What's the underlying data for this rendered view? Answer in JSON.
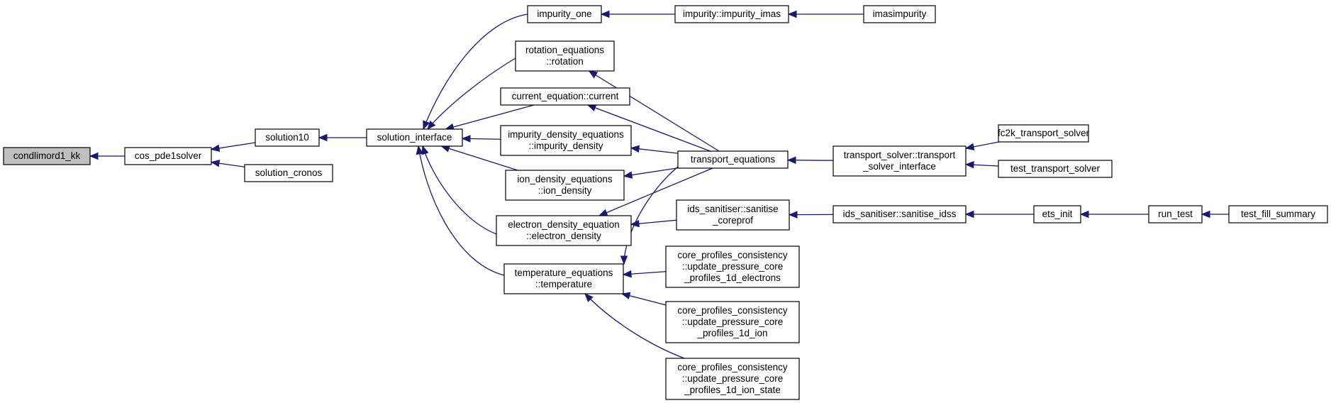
{
  "colors": {
    "edge": "#191970",
    "root_fill": "#bfbfbf",
    "node_fill": "#ffffff",
    "border": "#000000"
  },
  "nodes": [
    {
      "id": "condlimord1_kk",
      "lines": [
        "condlimord1_kk"
      ],
      "root": true
    },
    {
      "id": "cos_pde1solver",
      "lines": [
        "cos_pde1solver"
      ]
    },
    {
      "id": "solution10",
      "lines": [
        "solution10"
      ]
    },
    {
      "id": "solution_cronos",
      "lines": [
        "solution_cronos"
      ]
    },
    {
      "id": "solution_interface",
      "lines": [
        "solution_interface"
      ]
    },
    {
      "id": "impurity_one",
      "lines": [
        "impurity_one"
      ]
    },
    {
      "id": "rotation",
      "lines": [
        "rotation_equations",
        "::rotation"
      ]
    },
    {
      "id": "current",
      "lines": [
        "current_equation::current"
      ]
    },
    {
      "id": "impurity_density",
      "lines": [
        "impurity_density_equations",
        "::impurity_density"
      ]
    },
    {
      "id": "ion_density",
      "lines": [
        "ion_density_equations",
        "::ion_density"
      ]
    },
    {
      "id": "electron_density",
      "lines": [
        "electron_density_equation",
        "::electron_density"
      ]
    },
    {
      "id": "temperature",
      "lines": [
        "temperature_equations",
        "::temperature"
      ]
    },
    {
      "id": "impurity_imas",
      "lines": [
        "impurity::impurity_imas"
      ]
    },
    {
      "id": "imasimpurity",
      "lines": [
        "imasimpurity"
      ]
    },
    {
      "id": "transport_equations",
      "lines": [
        "transport_equations"
      ]
    },
    {
      "id": "sanitise_coreprof",
      "lines": [
        "ids_sanitiser::sanitise",
        "_coreprof"
      ]
    },
    {
      "id": "upd_electrons",
      "lines": [
        "core_profiles_consistency",
        "::update_pressure_core",
        "_profiles_1d_electrons"
      ]
    },
    {
      "id": "upd_ion",
      "lines": [
        "core_profiles_consistency",
        "::update_pressure_core",
        "_profiles_1d_ion"
      ]
    },
    {
      "id": "upd_ion_state",
      "lines": [
        "core_profiles_consistency",
        "::update_pressure_core",
        "_profiles_1d_ion_state"
      ]
    },
    {
      "id": "solver_interface",
      "lines": [
        "transport_solver::transport",
        "_solver_interface"
      ]
    },
    {
      "id": "sanitise_idss",
      "lines": [
        "ids_sanitiser::sanitise_idss"
      ]
    },
    {
      "id": "fc2k",
      "lines": [
        "fc2k_transport_solver"
      ]
    },
    {
      "id": "test_solver",
      "lines": [
        "test_transport_solver"
      ]
    },
    {
      "id": "ets_init",
      "lines": [
        "ets_init"
      ]
    },
    {
      "id": "run_test",
      "lines": [
        "run_test"
      ]
    },
    {
      "id": "test_fill_summary",
      "lines": [
        "test_fill_summary"
      ]
    }
  ],
  "edges": [
    {
      "from": "cos_pde1solver",
      "to": "condlimord1_kk"
    },
    {
      "from": "solution10",
      "to": "cos_pde1solver"
    },
    {
      "from": "solution_cronos",
      "to": "cos_pde1solver"
    },
    {
      "from": "solution_interface",
      "to": "solution10"
    },
    {
      "from": "impurity_one",
      "to": "solution_interface"
    },
    {
      "from": "rotation",
      "to": "solution_interface"
    },
    {
      "from": "current",
      "to": "solution_interface"
    },
    {
      "from": "impurity_density",
      "to": "solution_interface"
    },
    {
      "from": "ion_density",
      "to": "solution_interface"
    },
    {
      "from": "electron_density",
      "to": "solution_interface"
    },
    {
      "from": "temperature",
      "to": "solution_interface"
    },
    {
      "from": "impurity_imas",
      "to": "impurity_one"
    },
    {
      "from": "imasimpurity",
      "to": "impurity_imas"
    },
    {
      "from": "transport_equations",
      "to": "rotation"
    },
    {
      "from": "transport_equations",
      "to": "current"
    },
    {
      "from": "transport_equations",
      "to": "impurity_density"
    },
    {
      "from": "transport_equations",
      "to": "ion_density"
    },
    {
      "from": "transport_equations",
      "to": "electron_density"
    },
    {
      "from": "transport_equations",
      "to": "temperature"
    },
    {
      "from": "sanitise_coreprof",
      "to": "electron_density"
    },
    {
      "from": "upd_electrons",
      "to": "temperature"
    },
    {
      "from": "upd_ion",
      "to": "temperature"
    },
    {
      "from": "upd_ion_state",
      "to": "temperature"
    },
    {
      "from": "solver_interface",
      "to": "transport_equations"
    },
    {
      "from": "sanitise_idss",
      "to": "sanitise_coreprof"
    },
    {
      "from": "fc2k",
      "to": "solver_interface"
    },
    {
      "from": "test_solver",
      "to": "solver_interface"
    },
    {
      "from": "ets_init",
      "to": "sanitise_idss"
    },
    {
      "from": "run_test",
      "to": "ets_init"
    },
    {
      "from": "test_fill_summary",
      "to": "run_test"
    }
  ]
}
